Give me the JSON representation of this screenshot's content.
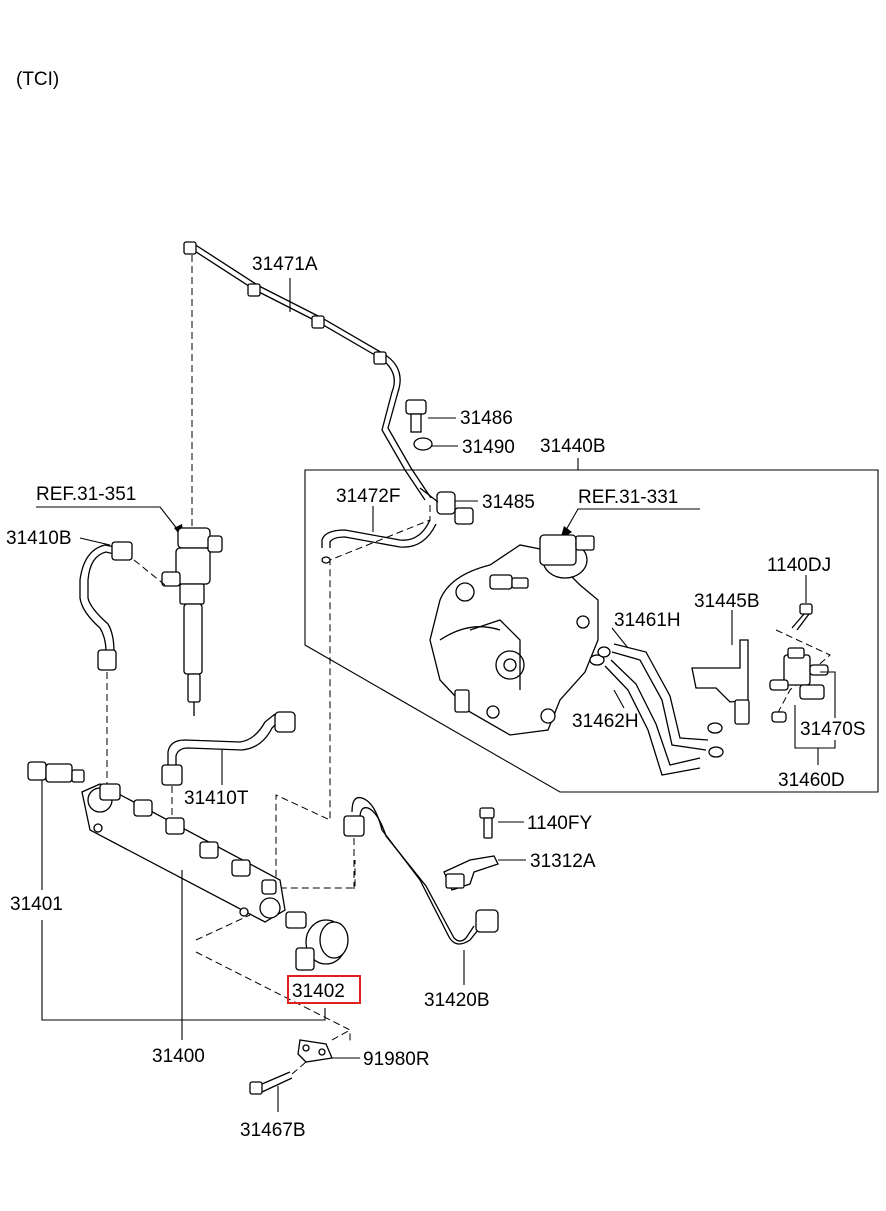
{
  "variant": "(TCI)",
  "highlight_color": "#e01f1f",
  "labels": {
    "p31471A": "31471A",
    "p31486": "31486",
    "p31490": "31490",
    "p31440B": "31440B",
    "ref31351": "REF.31-351",
    "p31472F": "31472F",
    "p31485": "31485",
    "ref31331": "REF.31-331",
    "p31410B": "31410B",
    "p1140DJ": "1140DJ",
    "p31445B": "31445B",
    "p31461H": "31461H",
    "p31462H": "31462H",
    "p31470S": "31470S",
    "p31460D": "31460D",
    "p31410T": "31410T",
    "p1140FY": "1140FY",
    "p31312A": "31312A",
    "p31401": "31401",
    "p31402": "31402",
    "p31420B": "31420B",
    "p31400": "31400",
    "p91980R": "91980R",
    "p31467B": "31467B"
  }
}
